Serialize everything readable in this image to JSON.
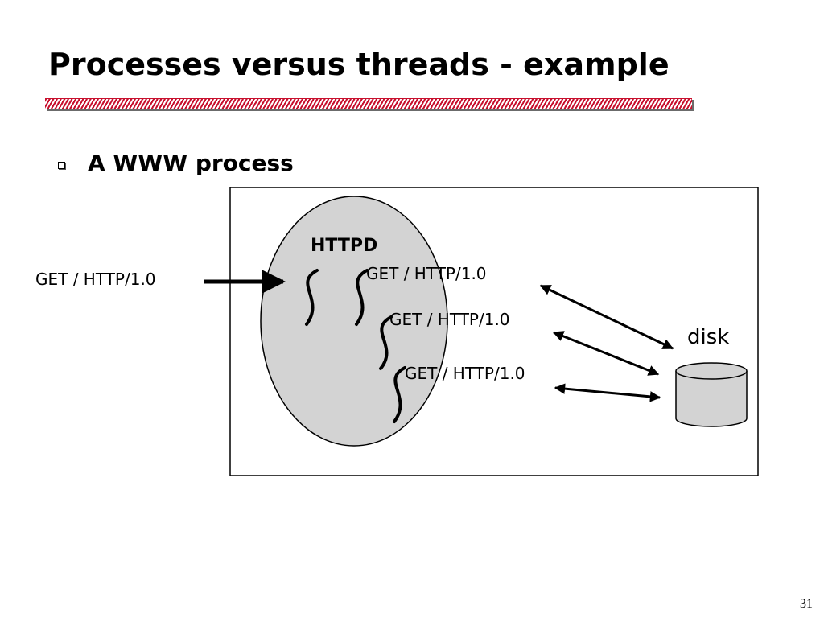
{
  "slide": {
    "title": "Processes versus threads - example",
    "bullet": "A WWW process",
    "page_number": "31"
  },
  "diagram": {
    "process_label": "HTTPD",
    "incoming_request": "GET / HTTP/1.0",
    "thread_requests": [
      "GET / HTTP/1.0",
      "GET / HTTP/1.0",
      "GET / HTTP/1.0"
    ],
    "storage_label": "disk"
  },
  "colors": {
    "title_rule": "#c8102e",
    "process_fill": "#d3d3d3",
    "disk_fill": "#d3d3d3"
  },
  "icons": {
    "bullet": "hollow-square-bullet",
    "thread": "wavy-thread-line",
    "storage": "cylinder-disk-icon"
  }
}
